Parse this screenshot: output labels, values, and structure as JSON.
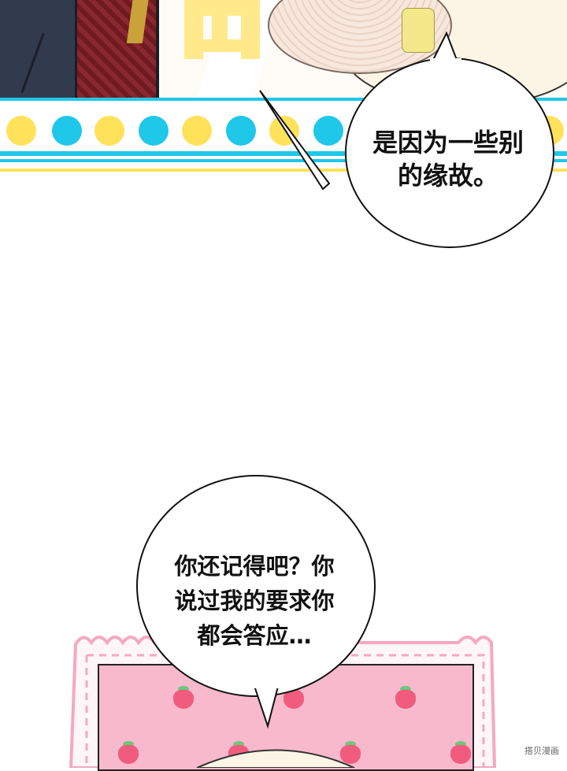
{
  "bubbles": {
    "top_right": {
      "lines": [
        "是因为一些别",
        "的缘故。"
      ]
    },
    "middle": {
      "lines": [
        "你还记得吧？你",
        "说过我的要求你",
        "都会答应…"
      ]
    }
  },
  "watermark": {
    "text": "搭贝漫画"
  },
  "colors": {
    "banner_yellow": "#ffe15a",
    "banner_cyan": "#1fc7e8",
    "frame_pink": "#f8b9cd",
    "strawberry": "#f15c7e"
  }
}
